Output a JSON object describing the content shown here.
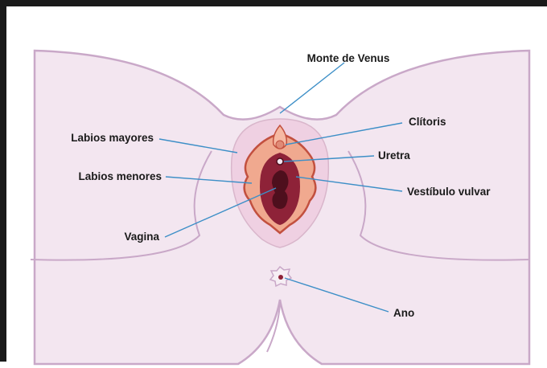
{
  "diagram": {
    "labels": {
      "monte": "Monte de Venus",
      "clitoris": "Clítoris",
      "labios_mayores": "Labios mayores",
      "uretra": "Uretra",
      "labios_menores": "Labios menores",
      "vestibulo": "Vestíbulo vulvar",
      "vagina": "Vagina",
      "ano": "Ano"
    },
    "colors": {
      "skin": "#f3e6f0",
      "outline": "#c9a8c8",
      "labia_majora": "#efd0e2",
      "labia_minora": "#f0a98f",
      "labia_minora_edge": "#c2503f",
      "vestibule": "#8e2238",
      "vagina": "#4e0f1d",
      "leader_line": "#3d8fc7"
    }
  }
}
